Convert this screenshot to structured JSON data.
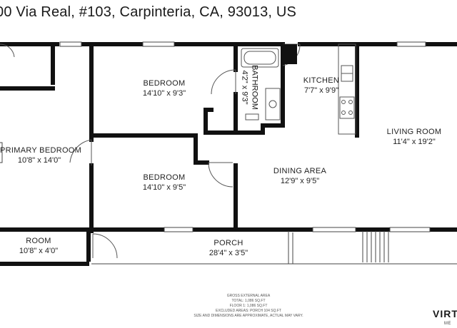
{
  "header": {
    "address": "00 Via Real, #103, Carpinteria, CA, 93013, US"
  },
  "rooms": {
    "bedroom_top": {
      "name": "BEDROOM",
      "dims": "14'10\" x 9'3\""
    },
    "bathroom": {
      "name": "BATHROOM",
      "dims": "4'2\" x 9'3\""
    },
    "kitchen": {
      "name": "KITCHEN",
      "dims": "7'7\" x 9'9\""
    },
    "living_room": {
      "name": "LIVING ROOM",
      "dims": "11'4\" x 19'2\""
    },
    "primary_bedroom": {
      "name": "PRIMARY BEDROOM",
      "dims": "10'8\" x 14'0\""
    },
    "bedroom_mid": {
      "name": "BEDROOM",
      "dims": "14'10\" x 9'5\""
    },
    "dining_area": {
      "name": "DINING AREA",
      "dims": "12'9\" x 9'5\""
    },
    "room": {
      "name": "ROOM",
      "dims": "10'8\" x 4'0\""
    },
    "porch": {
      "name": "PORCH",
      "dims": "28'4\" x 3'5\""
    }
  },
  "area_summary": {
    "heading": "GROSS EXTERNAL AREA",
    "total": "TOTAL: 1,086 sq.ft",
    "floor": "FLOOR 1: 1,086 sq.ft",
    "excluded": "EXCLUDED AREAS: PORCH 104 sq.ft",
    "disclaimer": "SIZE AND DIMENSIONS ARE APPROXIMATE, ACTUAL MAY VARY."
  },
  "brand": {
    "name": "VIRT",
    "sub": "ME"
  },
  "colors": {
    "wall": "#111111",
    "thin_line": "#444444",
    "background": "#ffffff"
  }
}
